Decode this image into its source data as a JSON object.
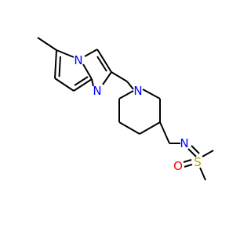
{
  "atoms": {
    "n_pyridine": {
      "label": "N",
      "element": "nitrogen",
      "color": "#0000ff"
    },
    "n_imidazole": {
      "label": "N",
      "element": "nitrogen",
      "color": "#0000ff"
    },
    "n_piperidine": {
      "label": "N",
      "element": "nitrogen",
      "color": "#0000ff"
    },
    "n_imine": {
      "label": "N",
      "element": "nitrogen",
      "color": "#0000ff"
    },
    "sulfur": {
      "label": "S",
      "element": "sulfur",
      "color": "#b8a400"
    },
    "oxygen": {
      "label": "O",
      "element": "oxygen",
      "color": "#ff0000"
    }
  },
  "bond_color": "#000000"
}
